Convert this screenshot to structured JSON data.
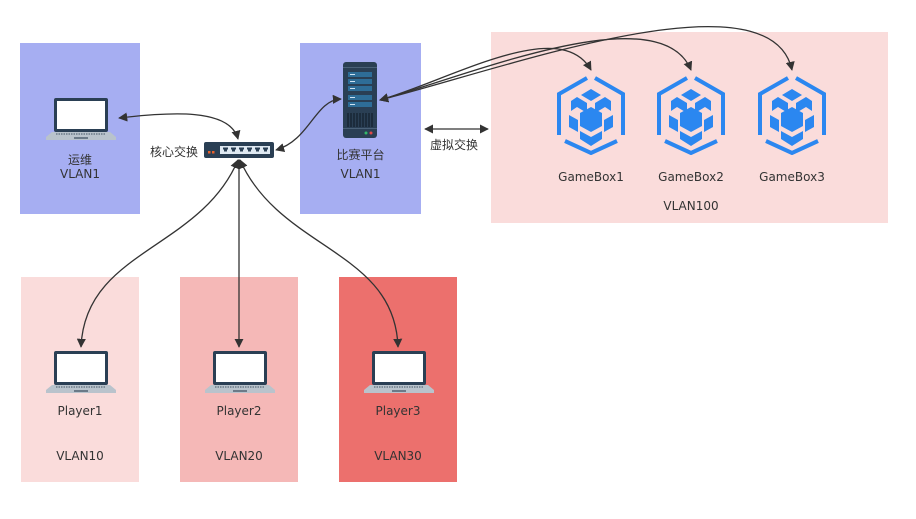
{
  "diagram": {
    "zones": [
      {
        "id": "ops",
        "label_top": "运维",
        "label_bottom": "VLAN1",
        "color": "#a6aef2"
      },
      {
        "id": "platform",
        "label_top": "比赛平台",
        "label_bottom": "VLAN1",
        "color": "#a6aef2"
      },
      {
        "id": "gamebox",
        "label_bottom": "VLAN100",
        "color": "#fadcdb"
      },
      {
        "id": "player1",
        "label_top": "Player1",
        "label_bottom": "VLAN10",
        "color": "#fadcdb"
      },
      {
        "id": "player2",
        "label_top": "Player2",
        "label_bottom": "VLAN20",
        "color": "#f5b8b7"
      },
      {
        "id": "player3",
        "label_top": "Player3",
        "label_bottom": "VLAN30",
        "color": "#ec706d"
      }
    ],
    "switch_label": "核心交换",
    "virtual_switch_label": "虚拟交换",
    "gameboxes": [
      "GameBox1",
      "GameBox2",
      "GameBox3"
    ],
    "colors": {
      "edge": "#333333",
      "gamebox_icon": "#2b87f0",
      "device_dark": "#2a3f54",
      "laptop_base": "#b9c3cc"
    }
  }
}
